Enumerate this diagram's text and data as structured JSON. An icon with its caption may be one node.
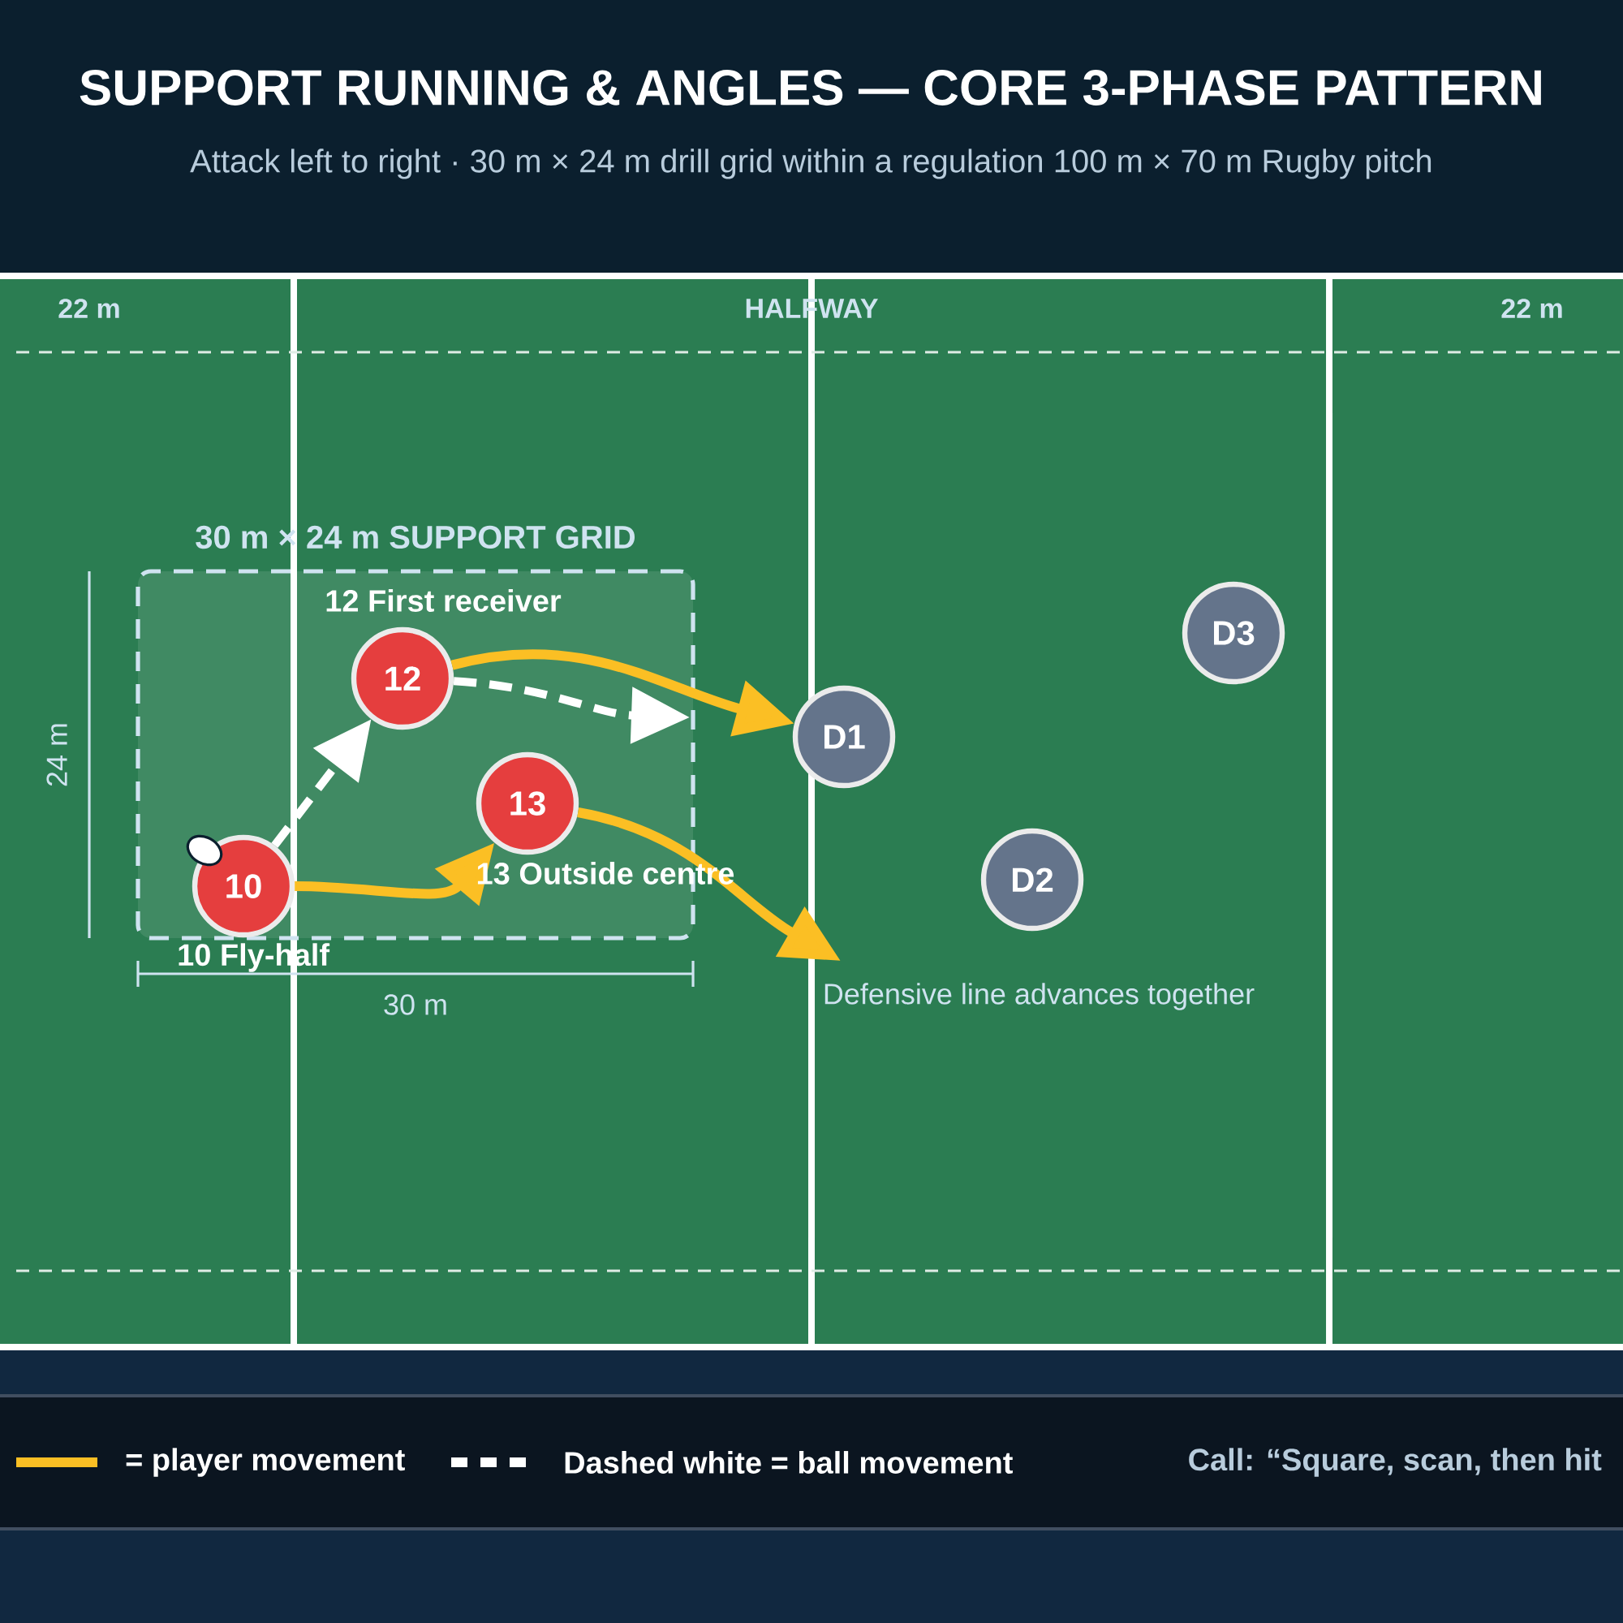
{
  "diagram": {
    "title": "SUPPORT RUNNING & ANGLES — CORE 3-PHASE PATTERN",
    "nodes": [
      {
        "text": [
          "30 m × 24 m SUPPORT GRID"
        ]
      },
      {
        "text": [
          "10"
        ],
        "beside": [
          "10 Fly-half"
        ],
        "in": 0
      },
      {
        "text": [
          "12"
        ],
        "beside": [
          "12 First receiver"
        ],
        "in": 0
      },
      {
        "text": [
          "13"
        ],
        "beside": [
          "13 Outside centre"
        ],
        "in": 0
      },
      {
        "text": [
          "D1"
        ]
      },
      {
        "text": [
          "D2"
        ]
      },
      {
        "text": [
          "D3"
        ]
      }
    ],
    "edges": [
      {
        "from": 1,
        "to": 3,
        "arrow": "to"
      },
      {
        "from": 2,
        "to": 4,
        "arrow": "to"
      },
      {
        "from": 3,
        "to": null,
        "arrow": "to"
      },
      {
        "from": 1,
        "to": 2,
        "arrow": "to",
        "style": "dashed",
        "color": "#ffffff"
      },
      {
        "from": 2,
        "to": null,
        "arrow": "to",
        "style": "dashed",
        "color": "#ffffff"
      }
    ],
    "labels": [
      "Attack left to right · 30 m × 24 m drill grid within a regulation 100 m × 70 m Rugby pitch",
      "22 m",
      "HALFWAY",
      "22 m",
      "24 m",
      "30 m",
      "Defensive line advances together",
      "Call: “Square, scan, then hit"
    ],
    "legend": [
      {
        "text": "= player movement"
      },
      {
        "text": "Dashed white = ball movement"
      }
    ]
  }
}
